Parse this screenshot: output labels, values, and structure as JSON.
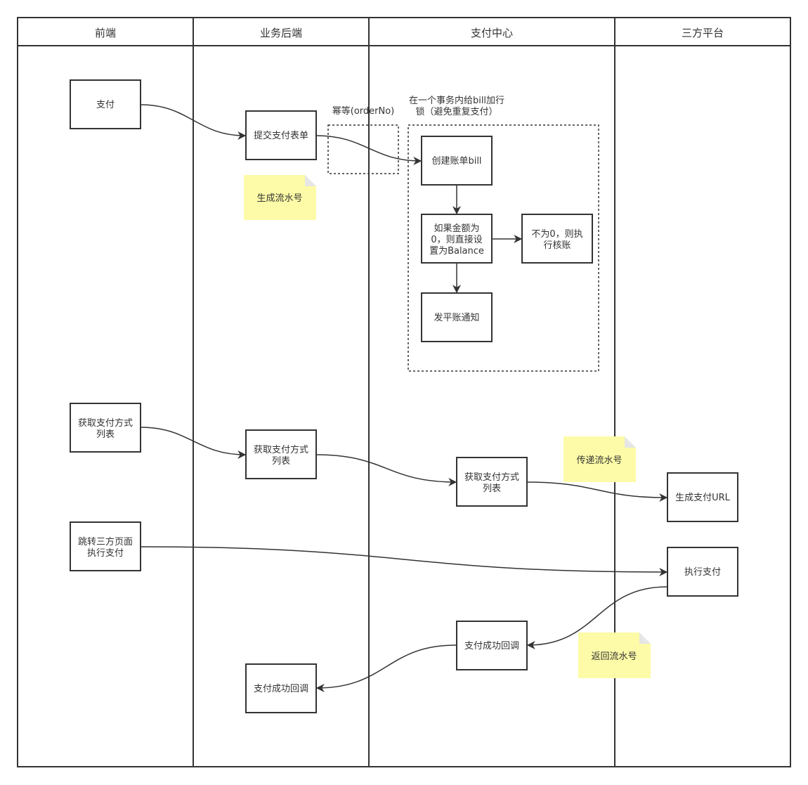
{
  "lanes": [
    {
      "id": "frontend",
      "title": "前端"
    },
    {
      "id": "business",
      "title": "业务后端"
    },
    {
      "id": "payment",
      "title": "支付中心"
    },
    {
      "id": "thirdparty",
      "title": "三方平台"
    }
  ],
  "nodes": {
    "pay": [
      "支付"
    ],
    "submit": [
      "提交支付表单"
    ],
    "create_bill": [
      "创建账单bill"
    ],
    "zero_amount": [
      "如果金额为",
      "0，则直接设",
      "置为Balance"
    ],
    "nonzero": [
      "不为0，则执",
      "行核账"
    ],
    "settle_notice": [
      "发平账通知"
    ],
    "fe_get_methods": [
      "获取支付方式",
      "列表"
    ],
    "biz_get_methods": [
      "获取支付方式",
      "列表"
    ],
    "pc_get_methods": [
      "获取支付方式",
      "列表"
    ],
    "gen_url": [
      "生成支付URL"
    ],
    "fe_redirect": [
      "跳转三方页面",
      "执行支付"
    ],
    "tp_execute": [
      "执行支付"
    ],
    "pc_success_cb": [
      "支付成功回调"
    ],
    "biz_success_cb": [
      "支付成功回调"
    ]
  },
  "notes": {
    "gen_serial": "生成流水号",
    "pass_serial": "传递流水号",
    "return_serial": "返回流水号"
  },
  "labels": {
    "idempotent": "幂等(orderNo)",
    "transaction": [
      "在一个事务内给bill加行",
      "锁（避免重复支付）"
    ]
  },
  "colors": {
    "line": "#333333",
    "note_fill": "#fdfba7",
    "note_fold": "#e6e6e6",
    "box_fill": "#ffffff"
  }
}
